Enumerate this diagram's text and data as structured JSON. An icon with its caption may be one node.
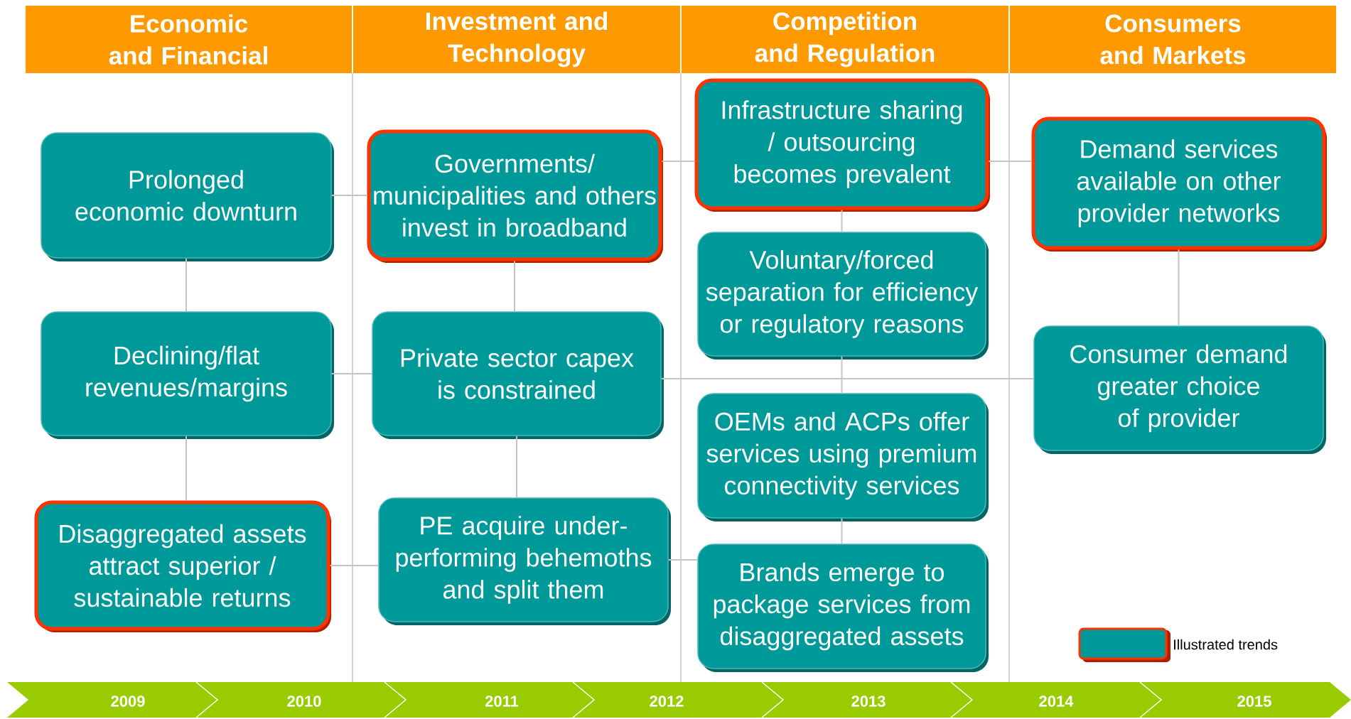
{
  "diagram": {
    "nodes": [
      {
        "text": [
          "Economic and Financial"
        ]
      },
      {
        "text": [
          "Investment and Technology"
        ]
      },
      {
        "text": [
          "Competition and Regulation"
        ]
      },
      {
        "text": [
          "Consumers and Markets"
        ]
      },
      {
        "text": [
          "Prolonged economic downturn"
        ]
      },
      {
        "text": [
          "Declining/flat revenues/margins"
        ]
      },
      {
        "text": [
          "Disaggregated assets attract  superior / sustainable returns"
        ]
      },
      {
        "text": [
          "Governments/ municipalities and others invest in broadband"
        ]
      },
      {
        "text": [
          "Private sector capex is constrained"
        ]
      },
      {
        "text": [
          "PE acquire under-performing behemoths and split them"
        ]
      },
      {
        "text": [
          "Infrastructure sharing / outsourcing  becomes prevalent"
        ]
      },
      {
        "text": [
          "Voluntary/forced separation for efficiency or regulatory  reasons"
        ]
      },
      {
        "text": [
          "OEMs and ACPs offer services using premium connectivity services"
        ]
      },
      {
        "text": [
          "Brands emerge to package services from disaggregated assets"
        ]
      },
      {
        "text": [
          "Demand services available on other provider networks"
        ]
      },
      {
        "text": [
          "Consumer demand greater choice of provider"
        ]
      }
    ],
    "edges": [
      {
        "from": 4,
        "to": 5,
        "arrow": "none"
      },
      {
        "from": 5,
        "to": 6,
        "arrow": "none"
      },
      {
        "from": 4,
        "to": 7,
        "arrow": "none"
      },
      {
        "from": 5,
        "to": 8,
        "arrow": "none"
      },
      {
        "from": 6,
        "to": 9,
        "arrow": "none"
      },
      {
        "from": 7,
        "to": 8,
        "arrow": "none"
      },
      {
        "from": 8,
        "to": 9,
        "arrow": "none"
      },
      {
        "from": 7,
        "to": 10,
        "arrow": "none"
      },
      {
        "from": 10,
        "to": 11,
        "arrow": "none"
      },
      {
        "from": 11,
        "to": 12,
        "arrow": "none"
      },
      {
        "from": 12,
        "to": 13,
        "arrow": "none"
      },
      {
        "from": 9,
        "to": 13,
        "arrow": "none"
      },
      {
        "from": 10,
        "to": 14,
        "arrow": "none"
      },
      {
        "from": 14,
        "to": 15,
        "arrow": "none"
      },
      {
        "from": 8,
        "to": 15,
        "arrow": "none"
      }
    ],
    "labels": [
      "2009",
      "2010",
      "2011",
      "2012",
      "2013",
      "2014",
      "2015"
    ],
    "legend": [
      {
        "text": "Illustrated trends"
      }
    ]
  }
}
